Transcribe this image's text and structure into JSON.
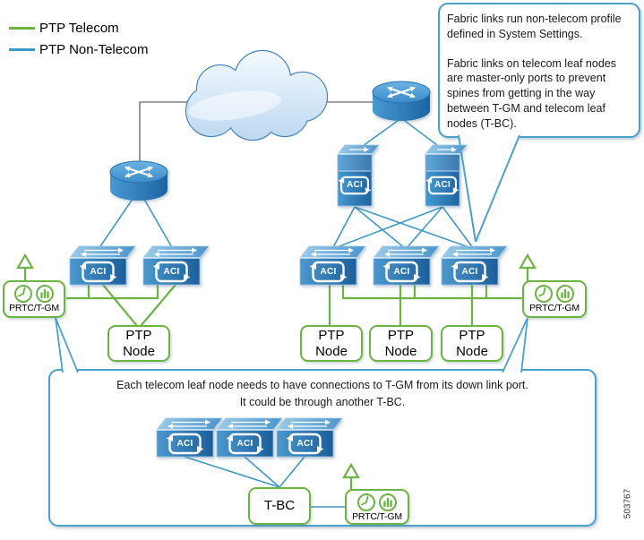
{
  "colors": {
    "telecom_green": "#6db344",
    "non_telecom_blue": "#3e98c5",
    "switch_blue": "#2f82c0",
    "callout_border": "#4ba1c9",
    "wan_link_gray": "#808080"
  },
  "legend": {
    "items": [
      {
        "label": "PTP Telecom",
        "color": "#6db344"
      },
      {
        "label": "PTP Non-Telecom",
        "color": "#3e98c5"
      }
    ]
  },
  "callouts": {
    "fabric_note": {
      "p1": "Fabric links run non-telecom profile defined in System Settings.",
      "p2": "Fabric links on telecom leaf nodes are master-only ports to prevent spines from getting in the way between T-GM and telecom leaf nodes (T-BC)."
    },
    "telecom_note": {
      "line1": "Each telecom leaf node needs to have connections to T-GM from its down link port.",
      "line2": "It could be through another T-BC."
    }
  },
  "nodes": {
    "aci_label": "ACI",
    "ptp_node_label": "PTP\nNode",
    "tbc_label": "T-BC",
    "prtc_label": "PRTC/T-GM"
  },
  "figure_number": "503767"
}
